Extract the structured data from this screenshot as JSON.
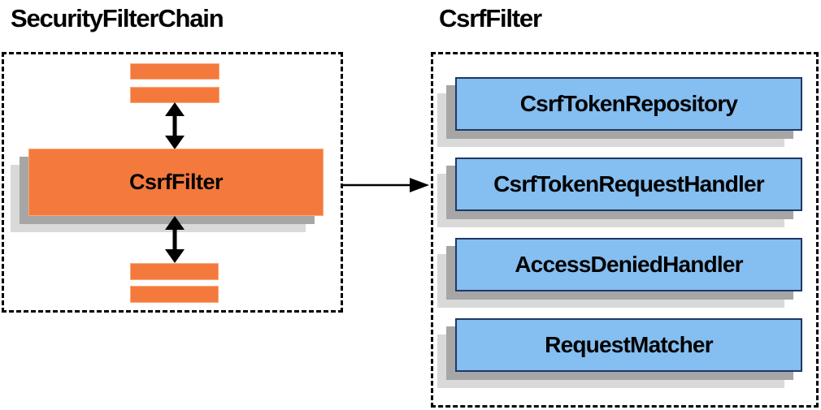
{
  "diagram": {
    "left": {
      "title": "SecurityFilterChain",
      "filter_label": "CsrfFilter"
    },
    "right": {
      "title": "CsrfFilter",
      "components": [
        {
          "label": "CsrfTokenRepository"
        },
        {
          "label": "CsrfTokenRequestHandler"
        },
        {
          "label": "AccessDeniedHandler"
        },
        {
          "label": "RequestMatcher"
        }
      ]
    },
    "colors": {
      "orange_fill": "#F4793D",
      "orange_border": "#F9A978",
      "blue_fill": "#85BEF0",
      "blue_border": "#203864",
      "shadow_dark": "#A6A6A6",
      "shadow_light": "#D9D9D9",
      "line": "#000000"
    }
  }
}
